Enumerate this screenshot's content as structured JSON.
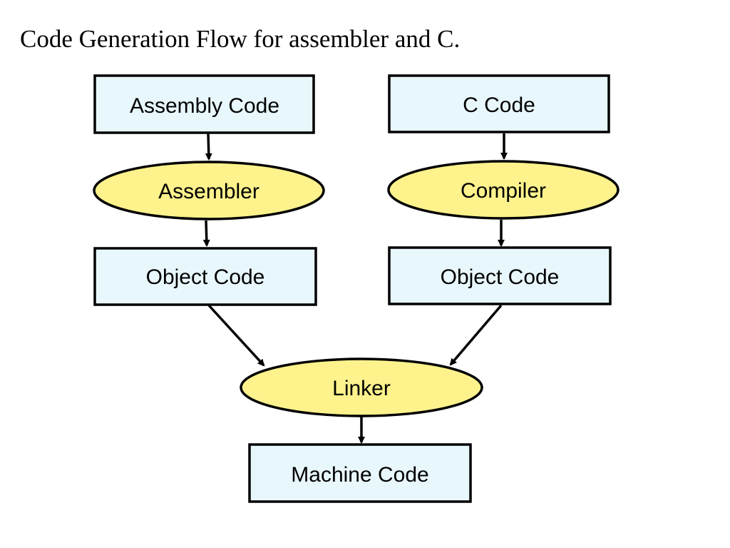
{
  "title": "Code Generation Flow for assembler and C.",
  "colors": {
    "box_fill": "#e8f7fc",
    "ellipse_fill": "#fdf28c",
    "stroke": "#000000"
  },
  "nodes": {
    "assembly_code": {
      "label": "Assembly Code",
      "shape": "rectangle"
    },
    "c_code": {
      "label": "C Code",
      "shape": "rectangle"
    },
    "assembler": {
      "label": "Assembler",
      "shape": "ellipse"
    },
    "compiler": {
      "label": "Compiler",
      "shape": "ellipse"
    },
    "object_code_left": {
      "label": "Object Code",
      "shape": "rectangle"
    },
    "object_code_right": {
      "label": "Object Code",
      "shape": "rectangle"
    },
    "linker": {
      "label": "Linker",
      "shape": "ellipse"
    },
    "machine_code": {
      "label": "Machine Code",
      "shape": "rectangle"
    }
  },
  "edges": [
    {
      "from": "assembly_code",
      "to": "assembler"
    },
    {
      "from": "assembler",
      "to": "object_code_left"
    },
    {
      "from": "c_code",
      "to": "compiler"
    },
    {
      "from": "compiler",
      "to": "object_code_right"
    },
    {
      "from": "object_code_left",
      "to": "linker"
    },
    {
      "from": "object_code_right",
      "to": "linker"
    },
    {
      "from": "linker",
      "to": "machine_code"
    }
  ]
}
